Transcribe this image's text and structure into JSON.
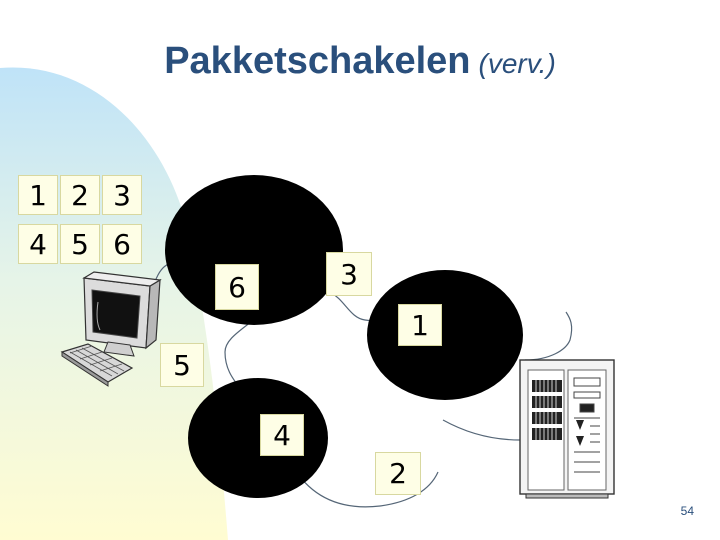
{
  "title": "Pakketschakelen",
  "subtitle": "(verv.)",
  "message_grid": [
    "1",
    "2",
    "3",
    "4",
    "5",
    "6"
  ],
  "packets": {
    "p6": "6",
    "p3": "3",
    "p1": "1",
    "p5": "5",
    "p4": "4",
    "p2": "2"
  },
  "page_number": "54",
  "colors": {
    "title": "#2a4f7c",
    "node": "#000000",
    "packet_fill": "#fefee6",
    "background_gradient": "#fffde0",
    "accent_blue": "#cfe9fb"
  },
  "icons": [
    "computer-icon",
    "server-rack-icon"
  ]
}
